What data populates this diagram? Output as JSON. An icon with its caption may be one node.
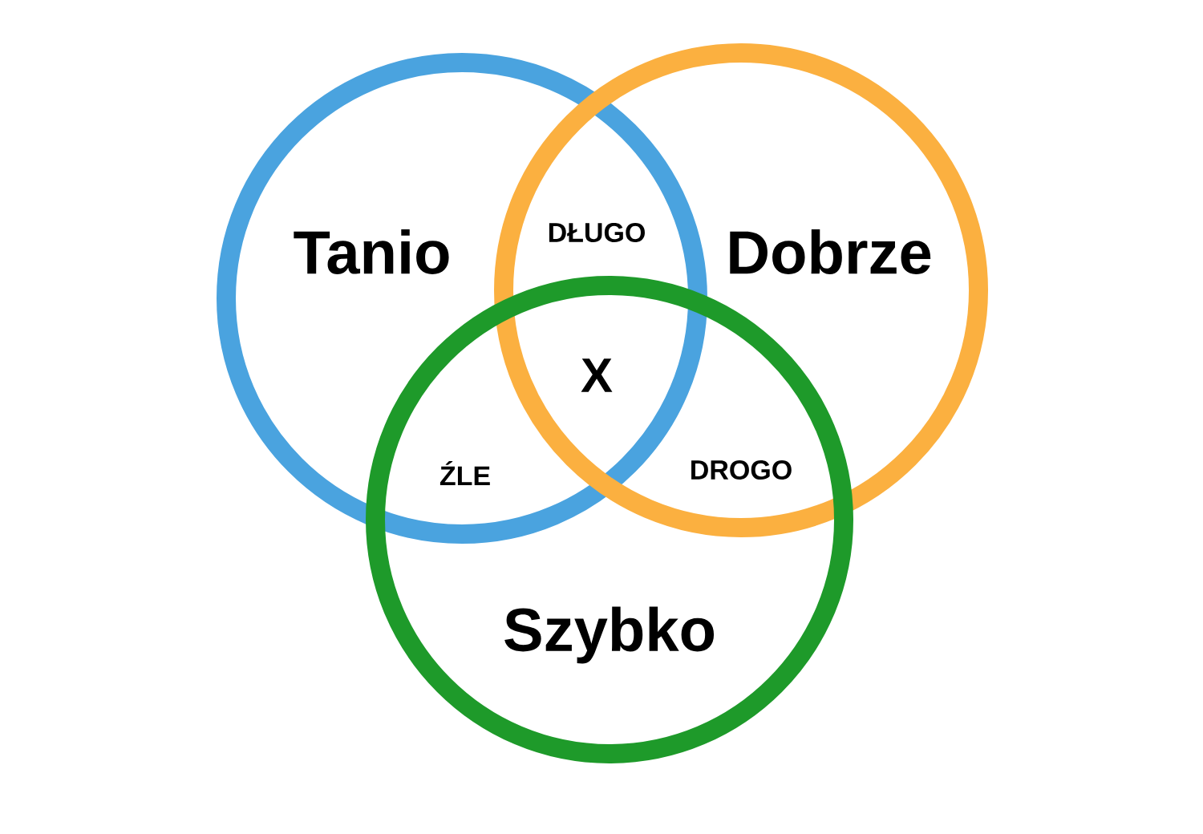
{
  "diagram": {
    "nodes": [
      {
        "text": [
          "Tanio"
        ]
      },
      {
        "text": [
          "Dobrze"
        ]
      },
      {
        "text": [
          "Szybko"
        ]
      }
    ],
    "edges": [],
    "labels": [
      "DŁUGO",
      "X",
      "ŹLE",
      "DROGO"
    ]
  }
}
